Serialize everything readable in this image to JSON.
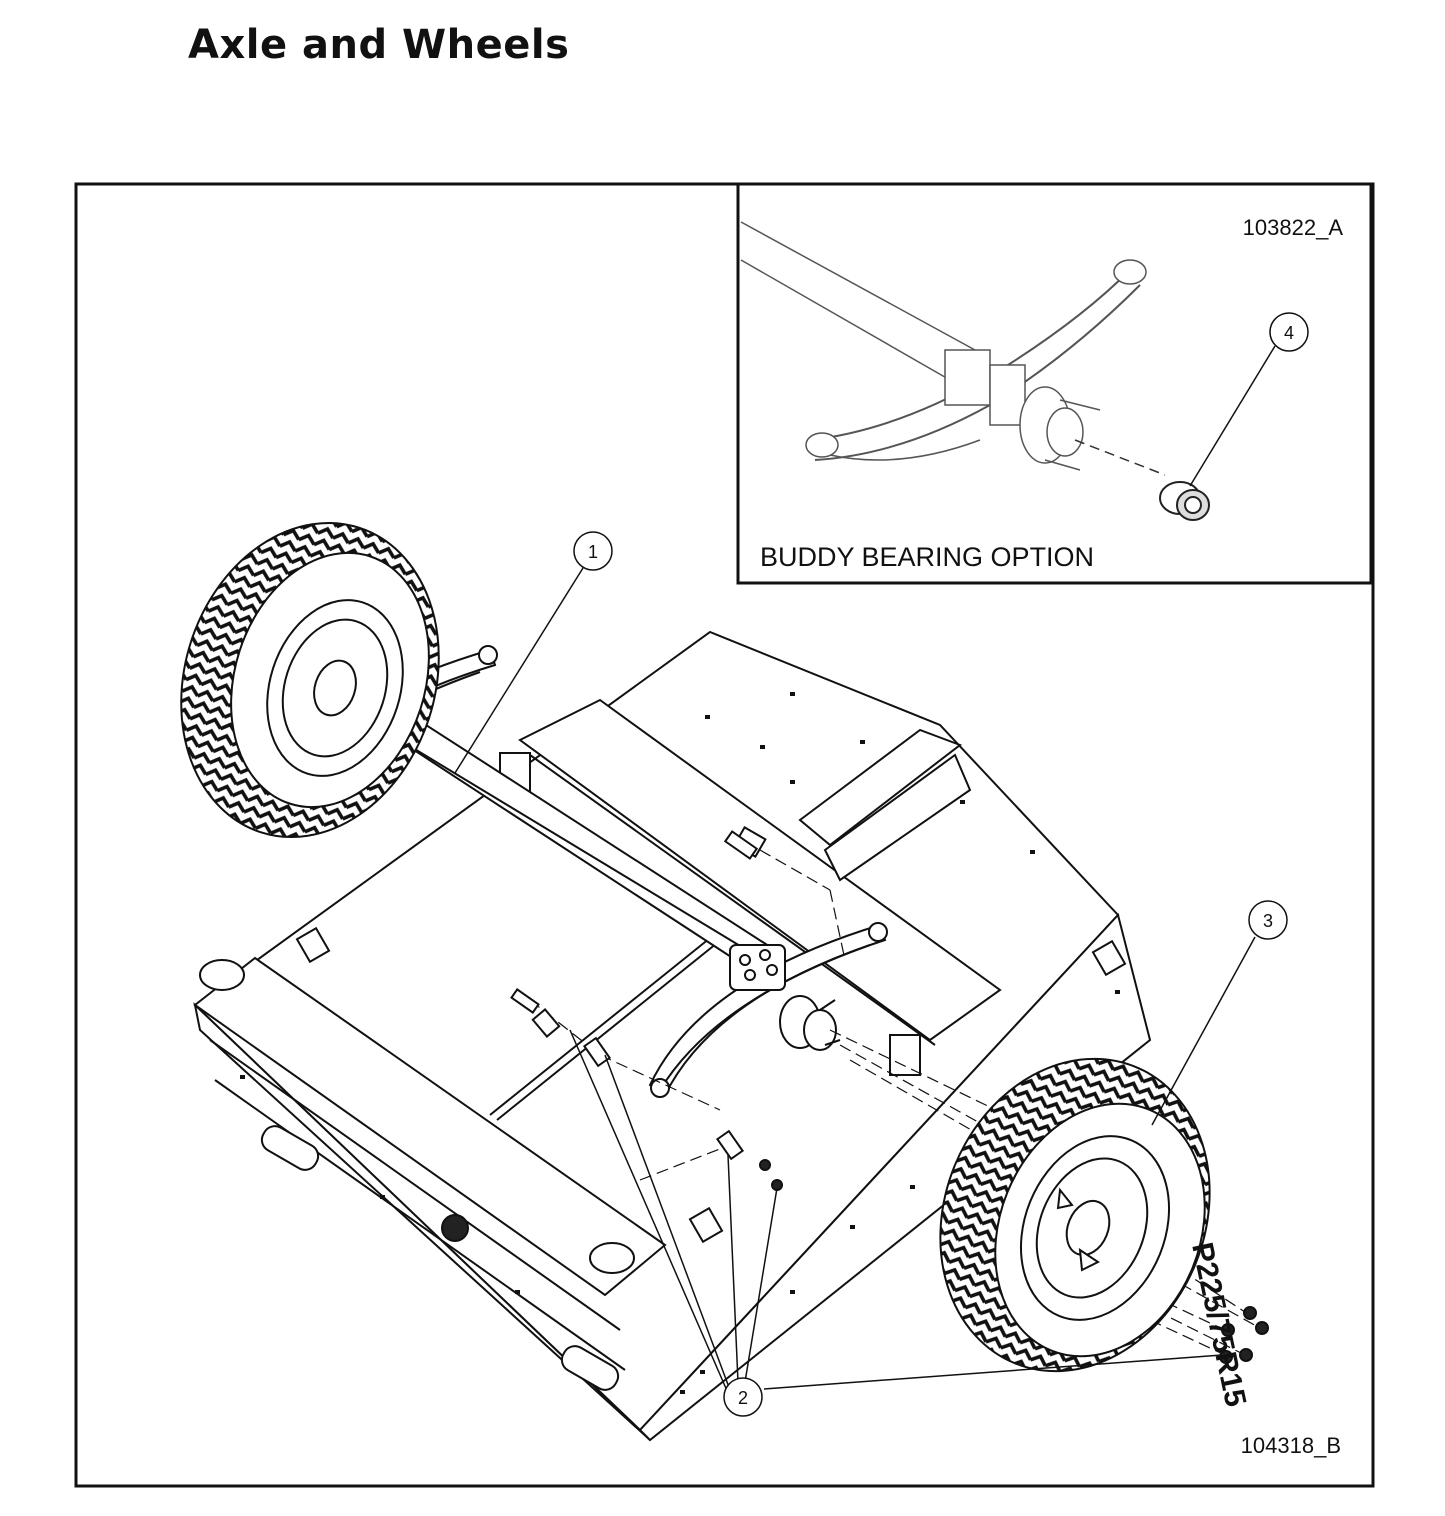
{
  "page": {
    "title": "Axle and Wheels"
  },
  "figure": {
    "drawing_number": "104318_B",
    "inset": {
      "drawing_number": "103822_A",
      "caption": "BUDDY BEARING OPTION"
    },
    "callouts": [
      {
        "number": "1",
        "part": "axle"
      },
      {
        "number": "2",
        "part": "hardware"
      },
      {
        "number": "3",
        "part": "wheel-and-tire"
      },
      {
        "number": "4",
        "part": "buddy-bearing"
      }
    ],
    "tire_marking": "P225/75R15"
  }
}
